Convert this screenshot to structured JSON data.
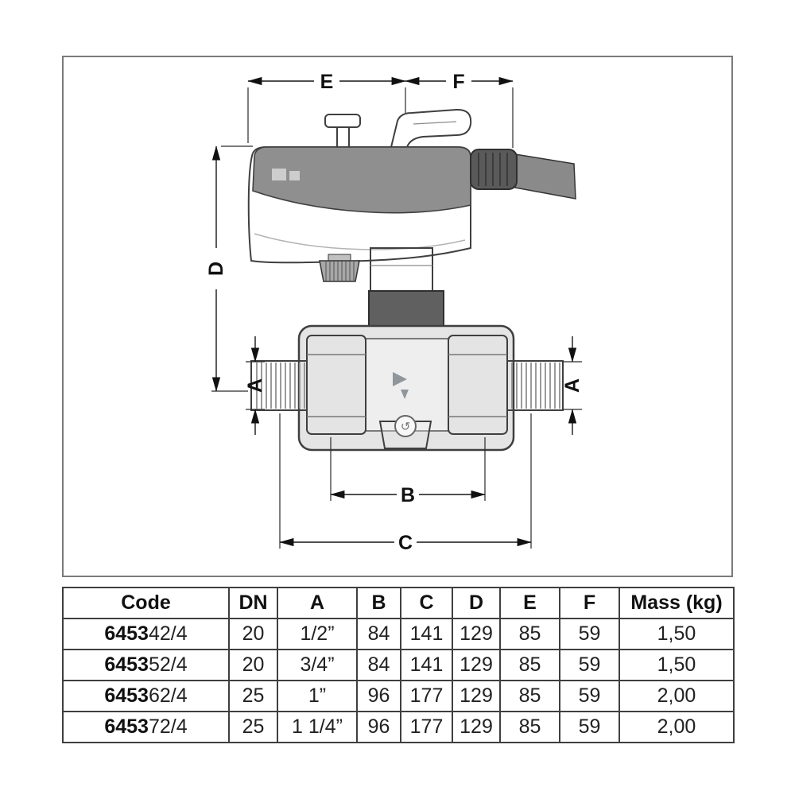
{
  "diagram": {
    "dim_e": "E",
    "dim_f": "F",
    "dim_d": "D",
    "dim_a_left": "A",
    "dim_a_right": "A",
    "dim_b": "B",
    "dim_c": "C"
  },
  "table": {
    "headers": [
      "Code",
      "DN",
      "A",
      "B",
      "C",
      "D",
      "E",
      "F",
      "Mass (kg)"
    ],
    "rows": [
      {
        "code_bold": "6453",
        "code_rest": "42/4",
        "dn": "20",
        "a": "1/2”",
        "b": "84",
        "c": "141",
        "d": "129",
        "e": "85",
        "f": "59",
        "mass": "1,50"
      },
      {
        "code_bold": "6453",
        "code_rest": "52/4",
        "dn": "20",
        "a": "3/4”",
        "b": "84",
        "c": "141",
        "d": "129",
        "e": "85",
        "f": "59",
        "mass": "1,50"
      },
      {
        "code_bold": "6453",
        "code_rest": "62/4",
        "dn": "25",
        "a": "1”",
        "b": "96",
        "c": "177",
        "d": "129",
        "e": "85",
        "f": "59",
        "mass": "2,00"
      },
      {
        "code_bold": "6453",
        "code_rest": "72/4",
        "dn": "25",
        "a": "1 1/4”",
        "b": "96",
        "c": "177",
        "d": "129",
        "e": "85",
        "f": "59",
        "mass": "2,00"
      }
    ]
  }
}
